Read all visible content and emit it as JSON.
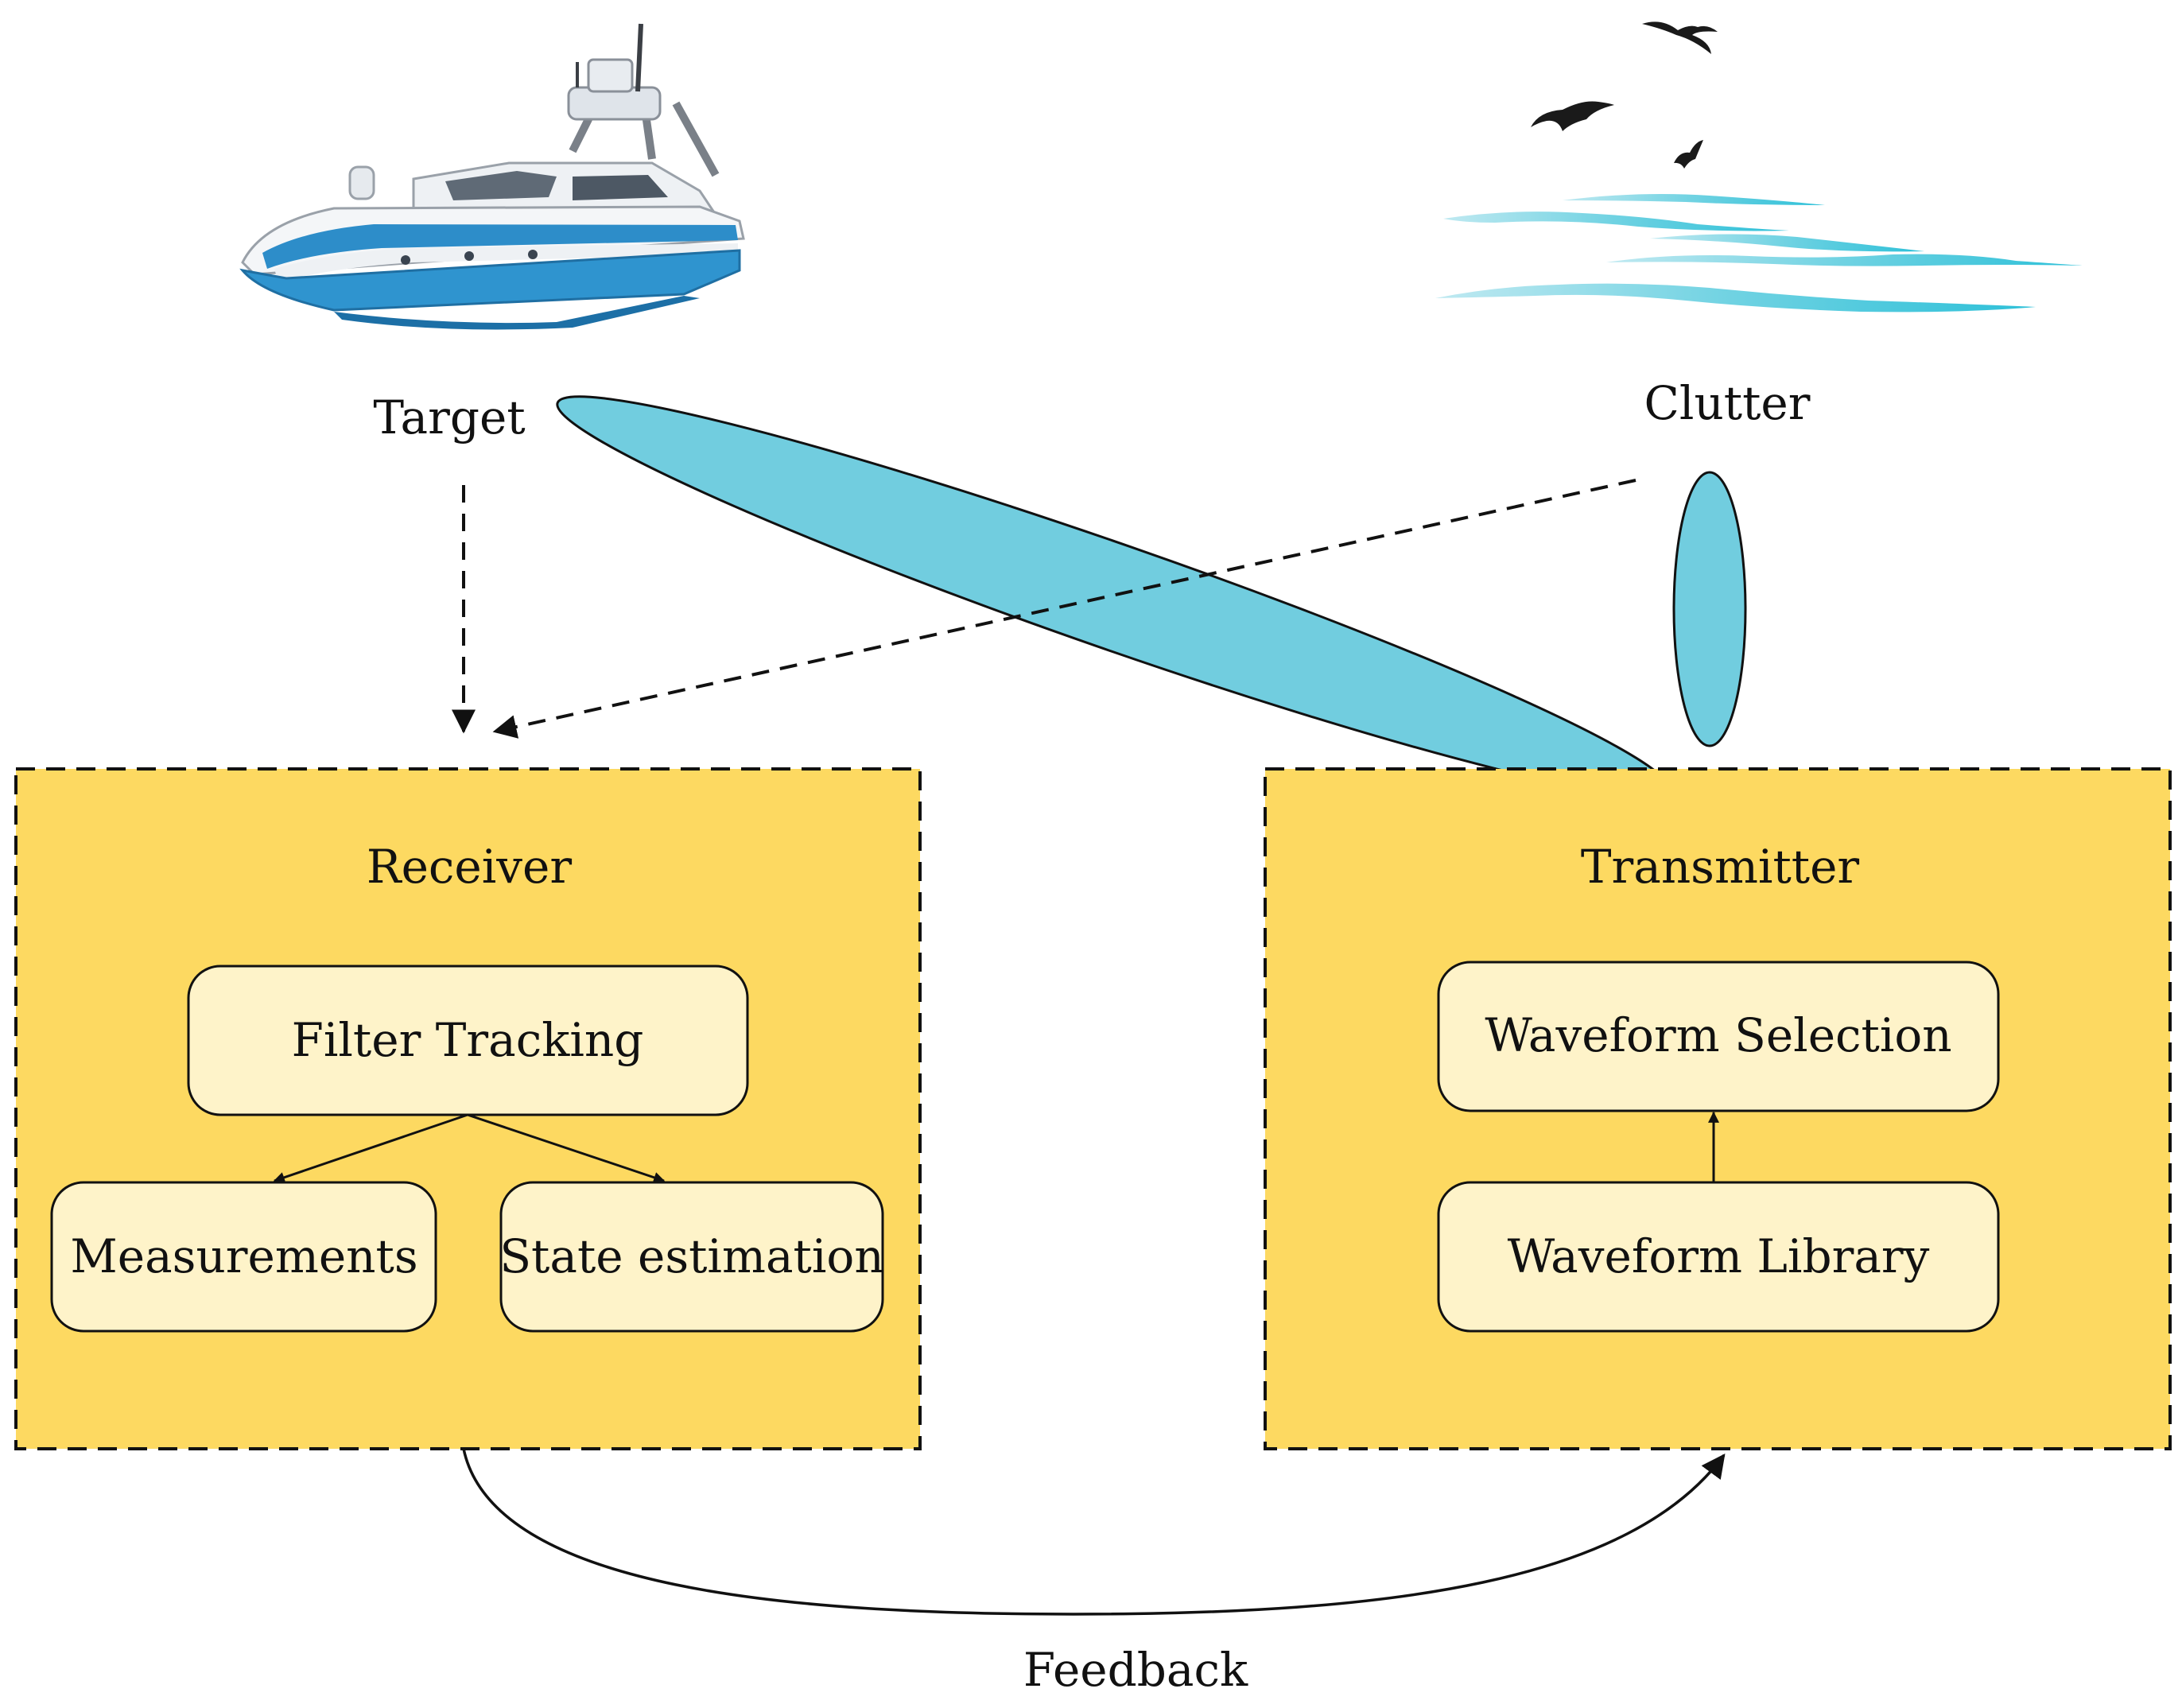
{
  "labels": {
    "target": "Target",
    "clutter": "Clutter",
    "receiver": "Receiver",
    "transmitter": "Transmitter",
    "filter_tracking": "Filter Tracking",
    "measurements": "Measurements",
    "state_estimation": "State estimation",
    "waveform_selection": "Waveform Selection",
    "waveform_library": "Waveform Library",
    "feedback": "Feedback"
  },
  "icons": {
    "target": "boat-icon",
    "clutter": "sea-waves-icon",
    "birds": "bird-icon"
  },
  "colors": {
    "panel_fill": "#fdd961",
    "box_fill": "#fef3c9",
    "beam_fill": "#71cddf",
    "line": "#111111",
    "wave": "#4fc6d9",
    "boat_hull": "#2d8dc9",
    "bird": "#1a1a1a"
  }
}
